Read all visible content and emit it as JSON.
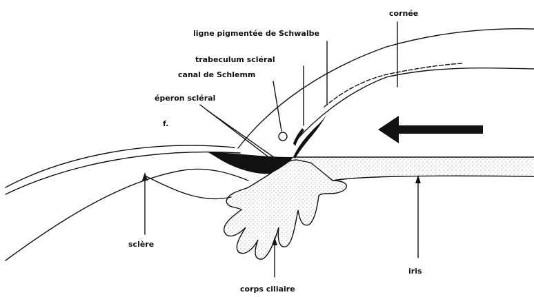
{
  "labels": {
    "cornee": "cornée",
    "schwalbe": "ligne pigmentée de Schwalbe",
    "trabeculum": "trabeculum scléral",
    "schlemm": "canal de Schlemm",
    "eperon": "éperon scléral",
    "f_mark": "f.",
    "sclere": "sclère",
    "iris": "iris",
    "corps_ciliaire": "corps ciliaire"
  }
}
